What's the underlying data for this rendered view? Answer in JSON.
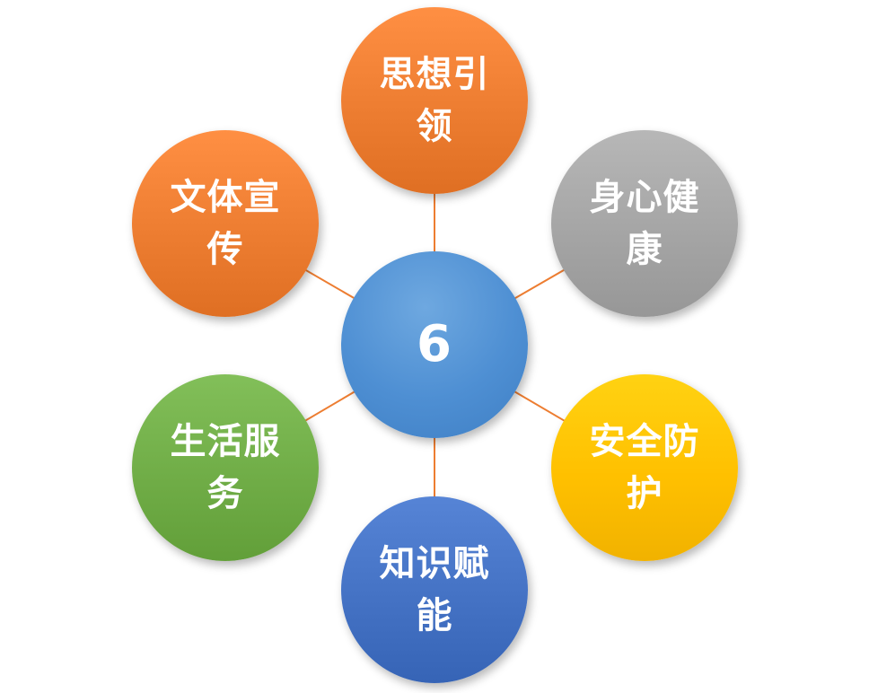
{
  "center": {
    "label": "6",
    "color": "#5b9bd5"
  },
  "nodes": [
    {
      "id": "top",
      "label": "思想引领",
      "color": "#ed7d31"
    },
    {
      "id": "tr",
      "label": "身心健康",
      "color": "#a5a5a5"
    },
    {
      "id": "br",
      "label": "安全防护",
      "color": "#ffc000"
    },
    {
      "id": "bottom",
      "label": "知识赋能",
      "color": "#4472c4"
    },
    {
      "id": "bl",
      "label": "生活服务",
      "color": "#70ad47"
    },
    {
      "id": "tl",
      "label": "文体宣传",
      "color": "#ed7d31"
    }
  ],
  "connector_color": "#ed7d31"
}
